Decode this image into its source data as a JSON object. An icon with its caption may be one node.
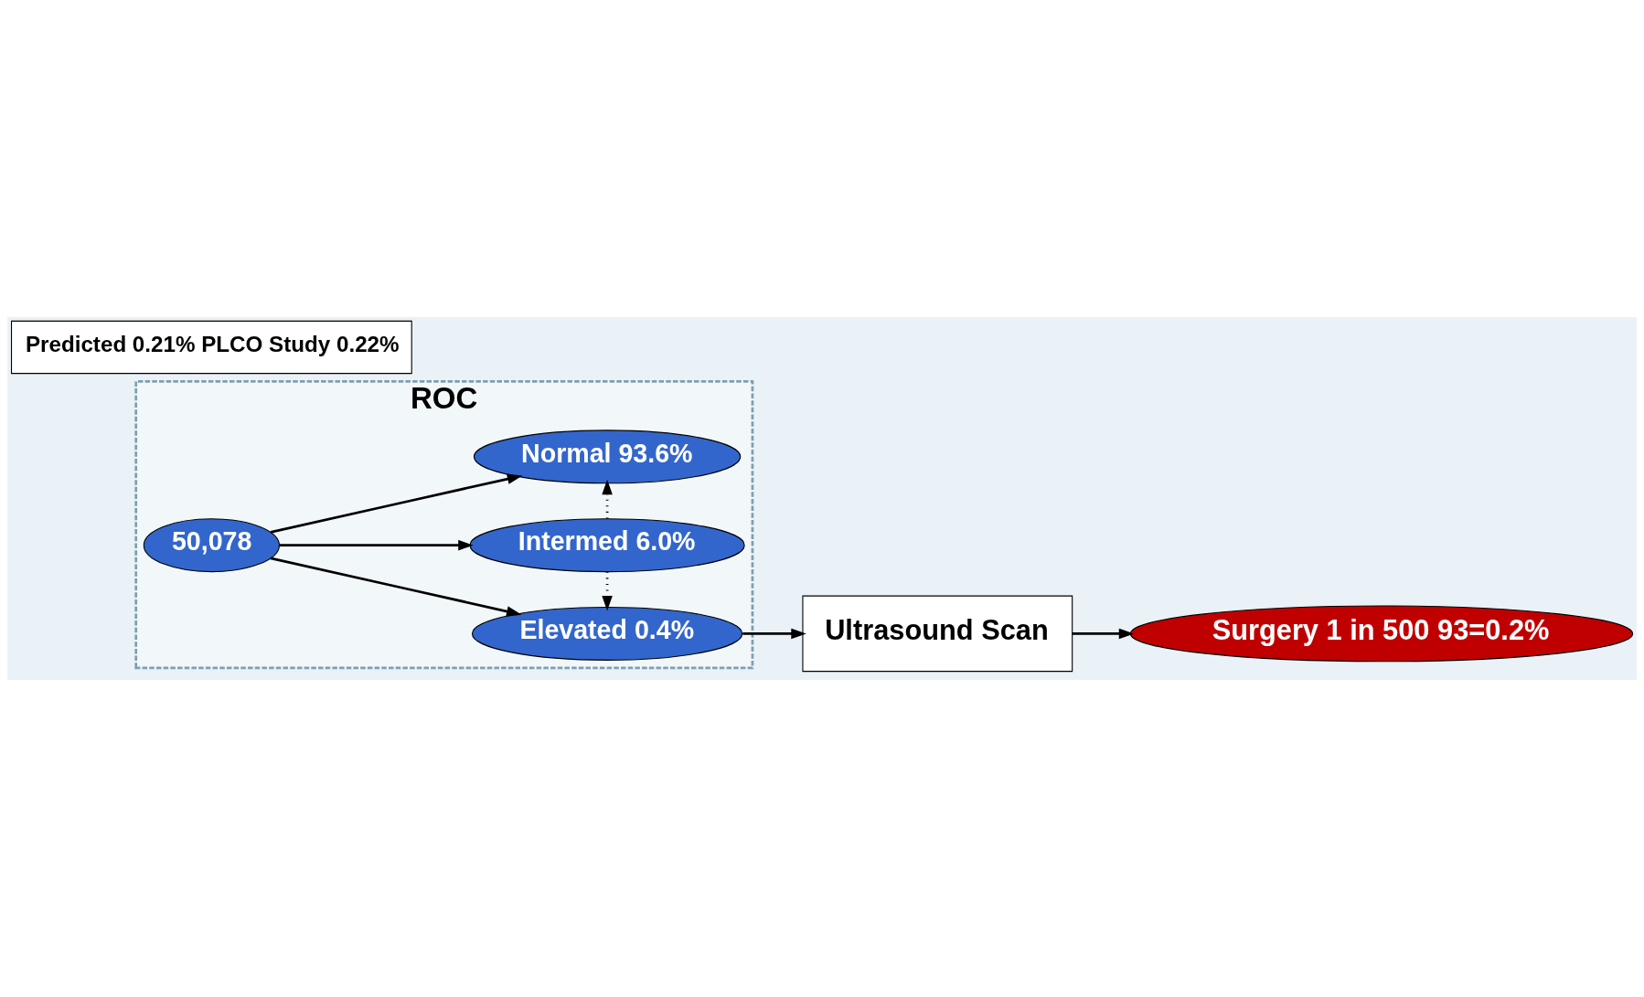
{
  "diagram": {
    "nodes": [
      {
        "text": [
          "ROC"
        ]
      },
      {
        "text": [
          "50,078"
        ],
        "in": 0
      },
      {
        "text": [
          "Elevated 0.4%"
        ],
        "in": 0
      },
      {
        "text": [
          "Intermed 6.0%"
        ],
        "in": 0
      },
      {
        "text": [
          "Normal 93.6%"
        ],
        "in": 0
      },
      {
        "text": [
          "Ultrasound Scan"
        ]
      },
      {
        "text": [
          "Surgery 1 in 500 93=0.2%"
        ]
      },
      {
        "text": [
          "Predicted 0.21% PLCO Study 0.22%"
        ]
      }
    ],
    "edges": [
      {
        "from": 1,
        "to": 2,
        "arrow": "to"
      },
      {
        "from": 1,
        "to": 3,
        "arrow": "to"
      },
      {
        "from": 1,
        "to": 4,
        "arrow": "to"
      },
      {
        "from": 3,
        "to": 2,
        "arrow": "to",
        "style": "dashed"
      },
      {
        "from": 3,
        "to": 4,
        "arrow": "to",
        "style": "dashed"
      },
      {
        "from": 2,
        "to": 5,
        "arrow": "to"
      },
      {
        "from": 5,
        "to": 6,
        "arrow": "to"
      }
    ]
  }
}
